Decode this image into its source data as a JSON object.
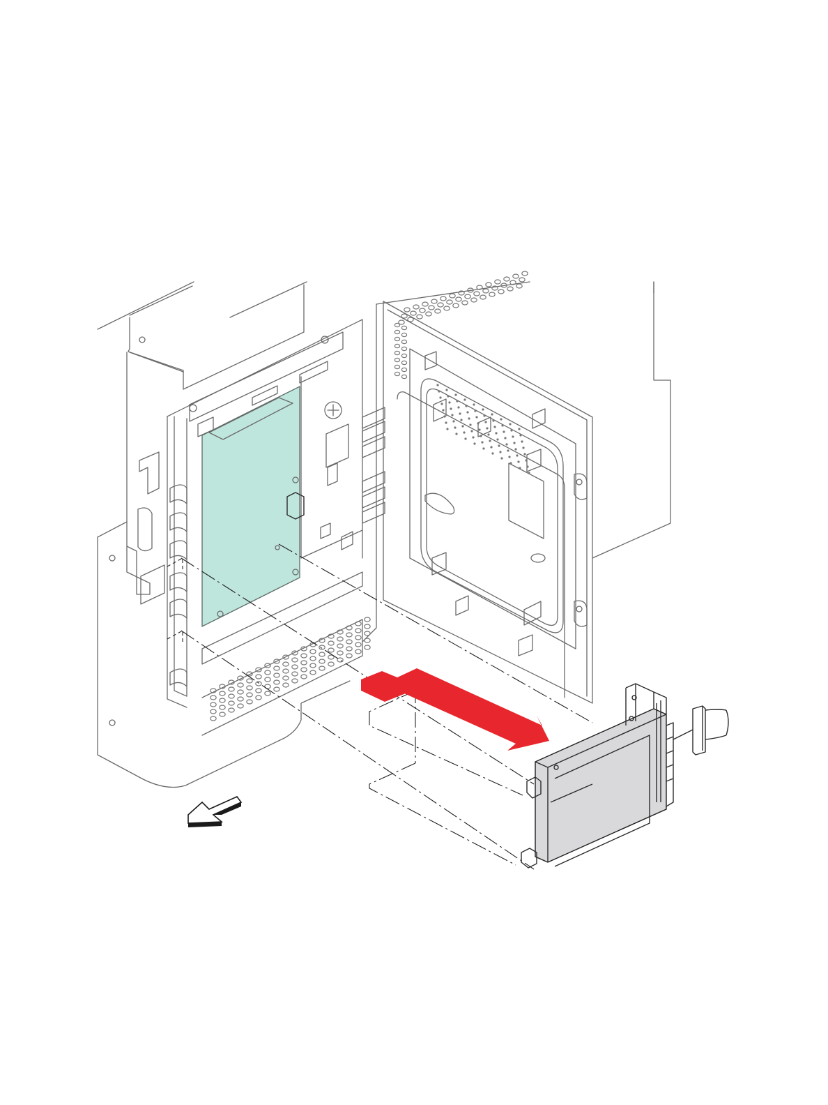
{
  "figure": {
    "colors": {
      "board": "#bfe6dc",
      "arrow": "#e8262d",
      "cage": "#d9d9dc",
      "line": "#6a6a6a",
      "background": "#ffffff"
    },
    "icons": [
      "printer-body",
      "side-door",
      "mainboard",
      "hard-disk-cage",
      "cable-connector",
      "removal-arrow-red",
      "front-direction-arrow"
    ]
  }
}
